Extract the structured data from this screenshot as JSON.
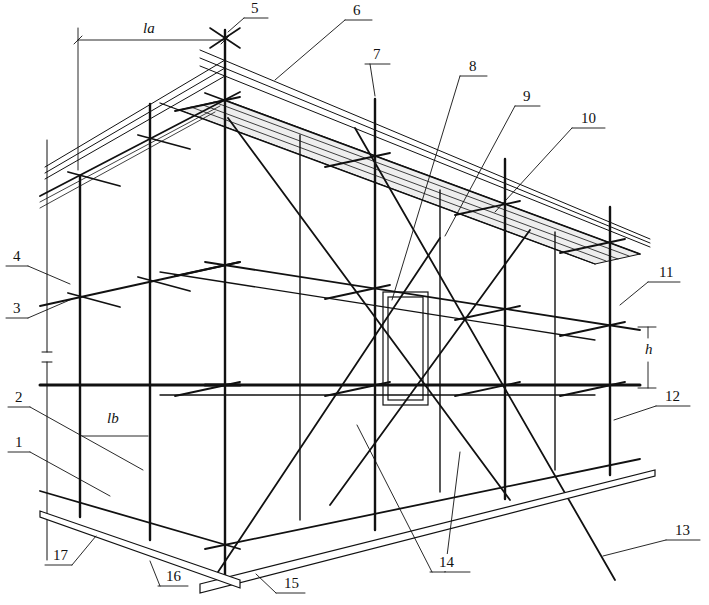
{
  "diagram": {
    "labels": [
      "1",
      "2",
      "3",
      "4",
      "5",
      "6",
      "7",
      "8",
      "9",
      "10",
      "11",
      "12",
      "13",
      "14",
      "15",
      "16",
      "17",
      "la",
      "lb",
      "h"
    ]
  }
}
